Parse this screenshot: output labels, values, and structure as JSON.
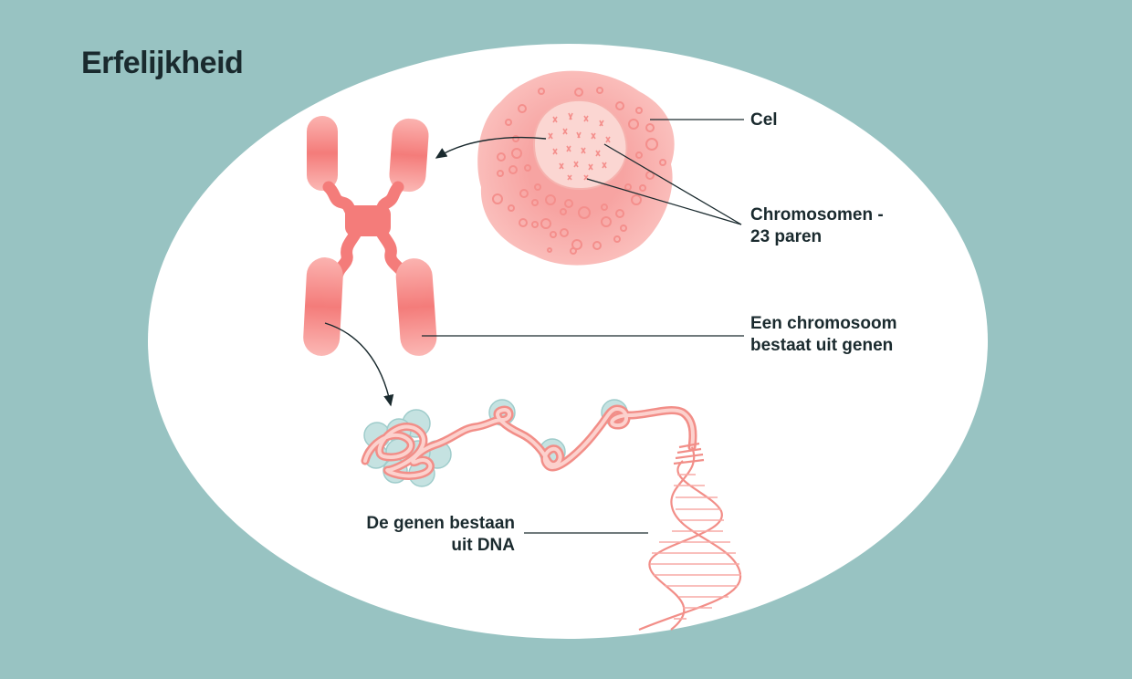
{
  "title": "Erfelijkheid",
  "labels": {
    "cell": "Cel",
    "chromosomes_line1": "Chromosomen -",
    "chromosomes_line2": "23 paren",
    "chromosome_line1": "Een chromosoom",
    "chromosome_line2": "bestaat uit genen",
    "genes_line1": "De genen bestaan",
    "genes_line2": "uit DNA"
  },
  "colors": {
    "background": "#98c3c2",
    "oval": "#ffffff",
    "chromosome": "#f47c7a",
    "cell": "#f6a3a1",
    "nucleus": "#fbd3cf",
    "histone": "#b9dcdc",
    "dna": "#f28e88",
    "text": "#1a2a2e"
  }
}
